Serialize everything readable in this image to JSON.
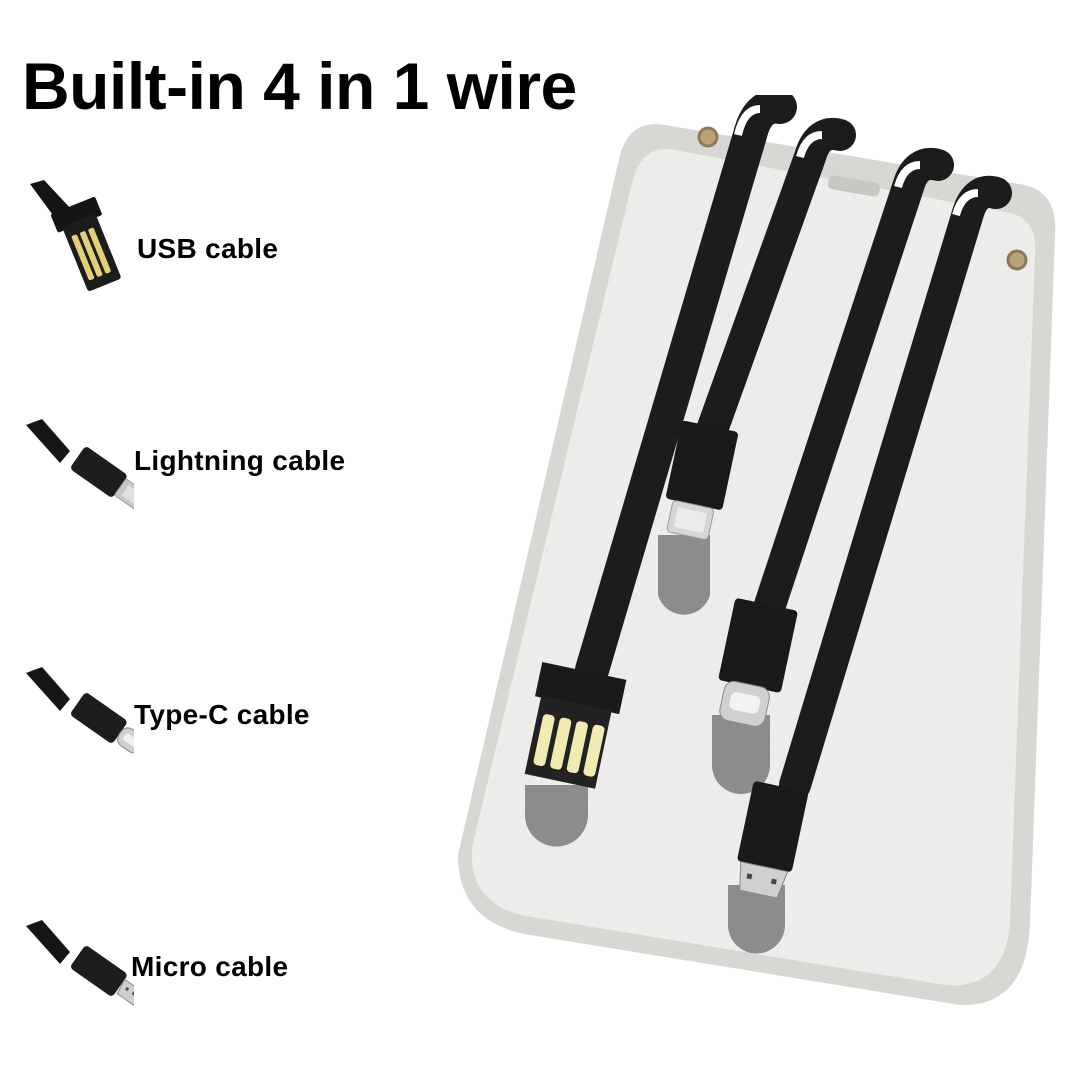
{
  "headline": "Built-in 4 in 1 wire",
  "features": [
    {
      "label": "USB cable",
      "icon": "usb-connector-icon"
    },
    {
      "label": "Lightning cable",
      "icon": "lightning-connector-icon"
    },
    {
      "label": "Type-C cable",
      "icon": "type-c-connector-icon"
    },
    {
      "label": "Micro cable",
      "icon": "micro-usb-connector-icon"
    }
  ],
  "product_image": "power-bank-with-four-built-in-cables",
  "colors": {
    "text": "#000000",
    "background": "#ffffff",
    "cable": "#1e1e1e",
    "body": "#eceae8"
  }
}
